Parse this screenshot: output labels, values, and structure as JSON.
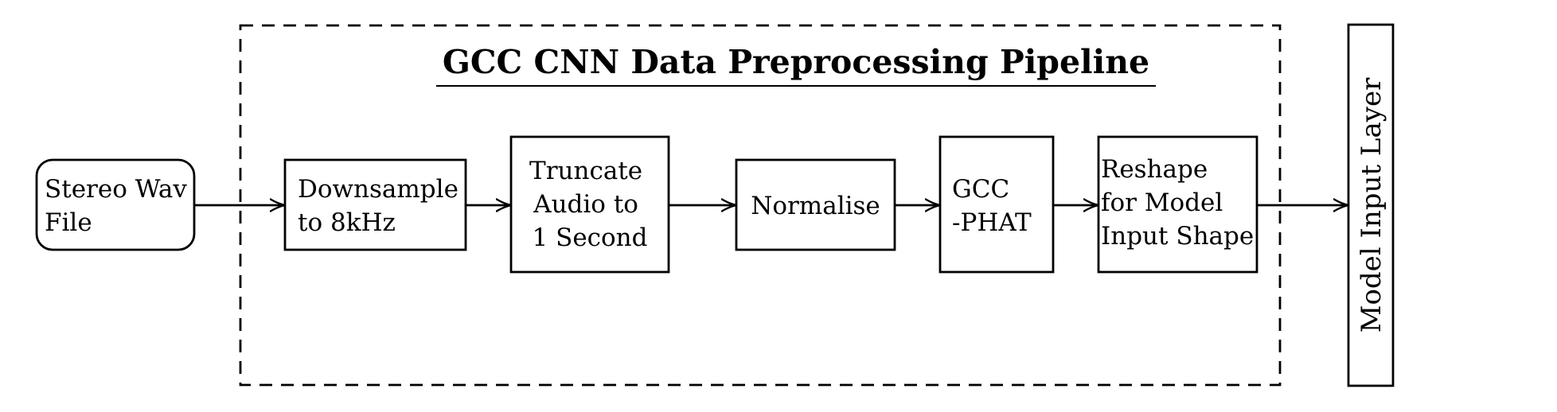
{
  "title": "GCC CNN Data Preprocessing Pipeline",
  "source": {
    "lines": [
      "Stereo Wav",
      "File"
    ]
  },
  "steps": [
    {
      "id": "downsample",
      "lines": [
        "Downsample",
        "to 8kHz"
      ]
    },
    {
      "id": "truncate",
      "lines": [
        "Truncate",
        "Audio to",
        "1 Second"
      ]
    },
    {
      "id": "normalise",
      "lines": [
        "Normalise"
      ]
    },
    {
      "id": "gcc-phat",
      "lines": [
        "GCC",
        "-PHAT"
      ]
    },
    {
      "id": "reshape",
      "lines": [
        "Reshape",
        "for Model",
        "Input Shape"
      ]
    }
  ],
  "output": {
    "label": "Model Input Layer"
  }
}
